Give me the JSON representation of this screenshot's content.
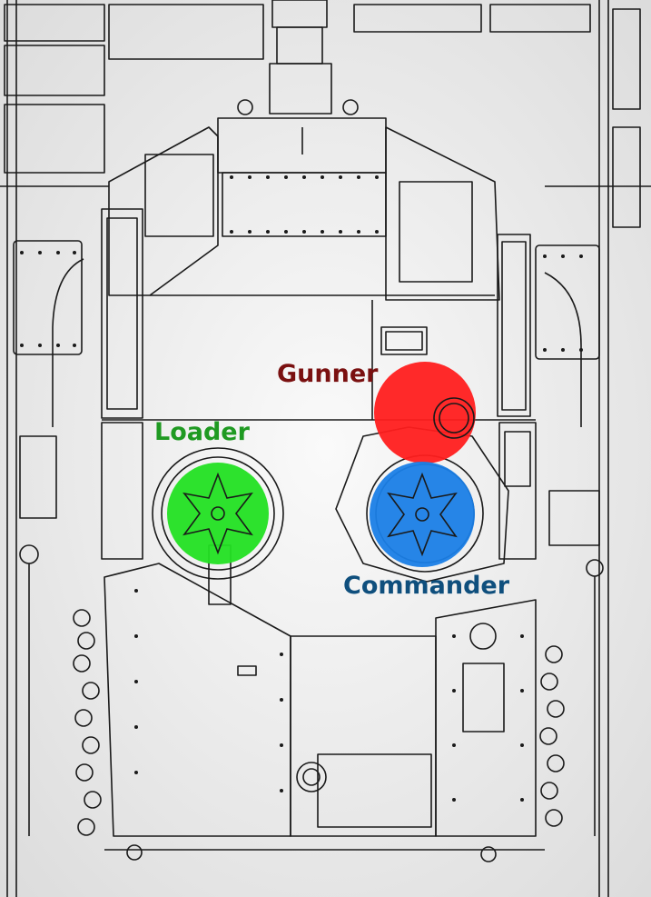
{
  "labels": {
    "gunner": "Gunner",
    "loader": "Loader",
    "commander": "Commander"
  },
  "colors": {
    "gunner": "#7a1010",
    "loader": "#1f9a22",
    "commander": "#0f4f7d",
    "gunner_marker": "#ff1d1d",
    "loader_marker": "#22e022",
    "commander_marker": "#1a7ee6",
    "line_art": "#1a1a1a",
    "paper": "#f4f4f4"
  }
}
